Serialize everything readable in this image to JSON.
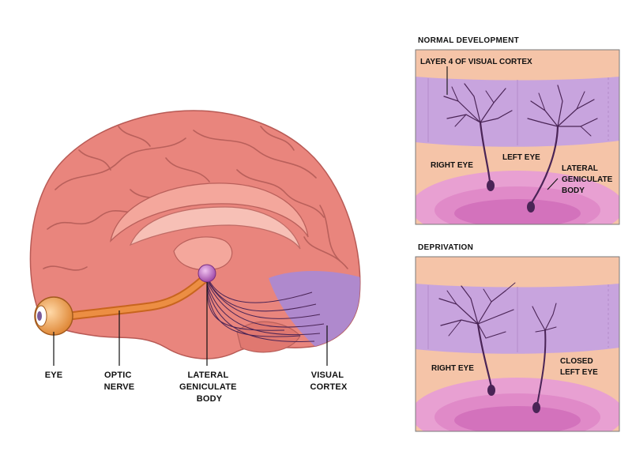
{
  "brain_labels": {
    "eye": "EYE",
    "optic_nerve": [
      "OPTIC",
      "NERVE"
    ],
    "lgn": [
      "LATERAL",
      "GENICULATE",
      "BODY"
    ],
    "visual_cortex": [
      "VISUAL",
      "CORTEX"
    ]
  },
  "panel_normal": {
    "title": "NORMAL DEVELOPMENT",
    "layer_label": "LAYER 4 OF VISUAL CORTEX",
    "right_eye": "RIGHT EYE",
    "left_eye": "LEFT EYE",
    "lgn": [
      "LATERAL",
      "GENICULATE",
      "BODY"
    ]
  },
  "panel_deprivation": {
    "title": "DEPRIVATION",
    "right_eye": "RIGHT EYE",
    "closed_left_eye": [
      "CLOSED",
      "LEFT EYE"
    ]
  },
  "colors": {
    "brain": "#e9857d",
    "brain_light": "#f4a79c",
    "optic_nerve": "#e0782e",
    "visual_cortex": "#a98ad6",
    "panel_peach": "#f5c4a8",
    "panel_lavender": "#c8a4de",
    "panel_pink": "#e08ac8",
    "neuron": "#4a2456"
  }
}
